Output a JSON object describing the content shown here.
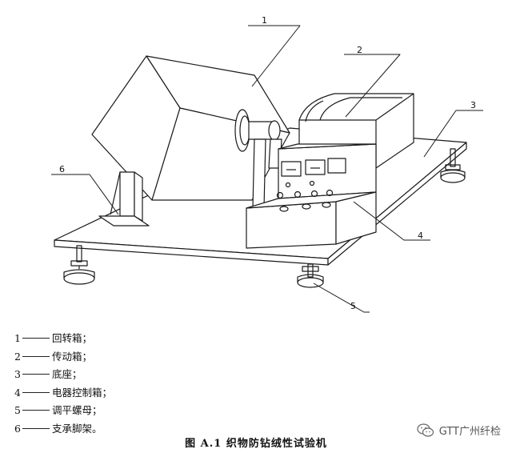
{
  "figure": {
    "caption": "图 A.1   织物防钻绒性试验机",
    "callouts": [
      "1",
      "2",
      "3",
      "4",
      "5",
      "6"
    ],
    "legend": [
      {
        "num": "1",
        "text": "回转箱；"
      },
      {
        "num": "2",
        "text": "传动箱；"
      },
      {
        "num": "3",
        "text": "底座；"
      },
      {
        "num": "4",
        "text": "电器控制箱；"
      },
      {
        "num": "5",
        "text": "调平螺母；"
      },
      {
        "num": "6",
        "text": "支承脚架。"
      }
    ]
  },
  "watermark": {
    "text": "GTT广州纤检",
    "icon": "wechat-icon"
  }
}
